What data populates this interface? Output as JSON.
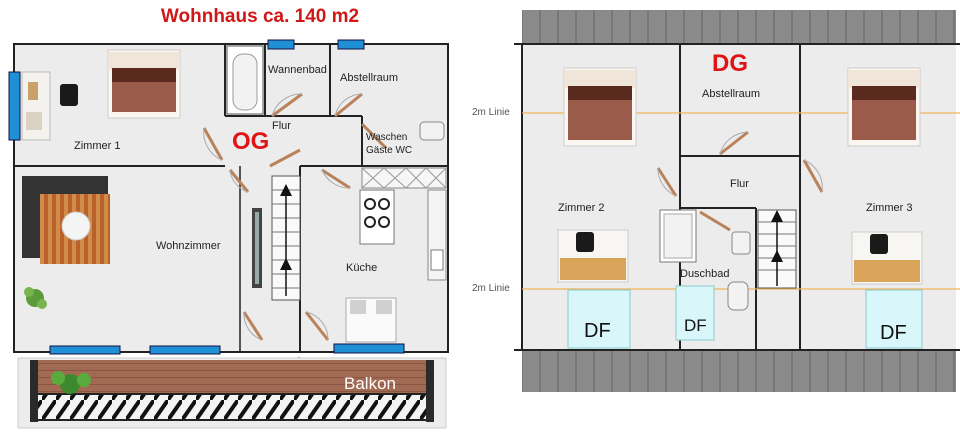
{
  "title": "Wohnhaus  ca. 140 m2",
  "og": {
    "floor_label": "OG",
    "rooms": {
      "wannenbad": "Wannenbad",
      "abstellraum": "Abstellraum",
      "flur": "Flur",
      "waschen": "Waschen",
      "gaeste_wc": "Gäste WC",
      "zimmer1": "Zimmer 1",
      "wohnzimmer": "Wohnzimmer",
      "kueche": "Küche",
      "balkon": "Balkon"
    }
  },
  "dg": {
    "floor_label": "DG",
    "rooms": {
      "abstellraum": "Abstellraum",
      "flur": "Flur",
      "zimmer2": "Zimmer 2",
      "zimmer3": "Zimmer 3",
      "duschbad": "Duschbad"
    },
    "line_label": "2m Linie",
    "skylight_label": "DF"
  },
  "colors": {
    "floor": "#ececec",
    "wall": "#222222",
    "window": "#1f8fd6",
    "door": "#b9825a",
    "red": "#e01414",
    "roof": "#7d7d7d",
    "line": "#f0b45a"
  }
}
